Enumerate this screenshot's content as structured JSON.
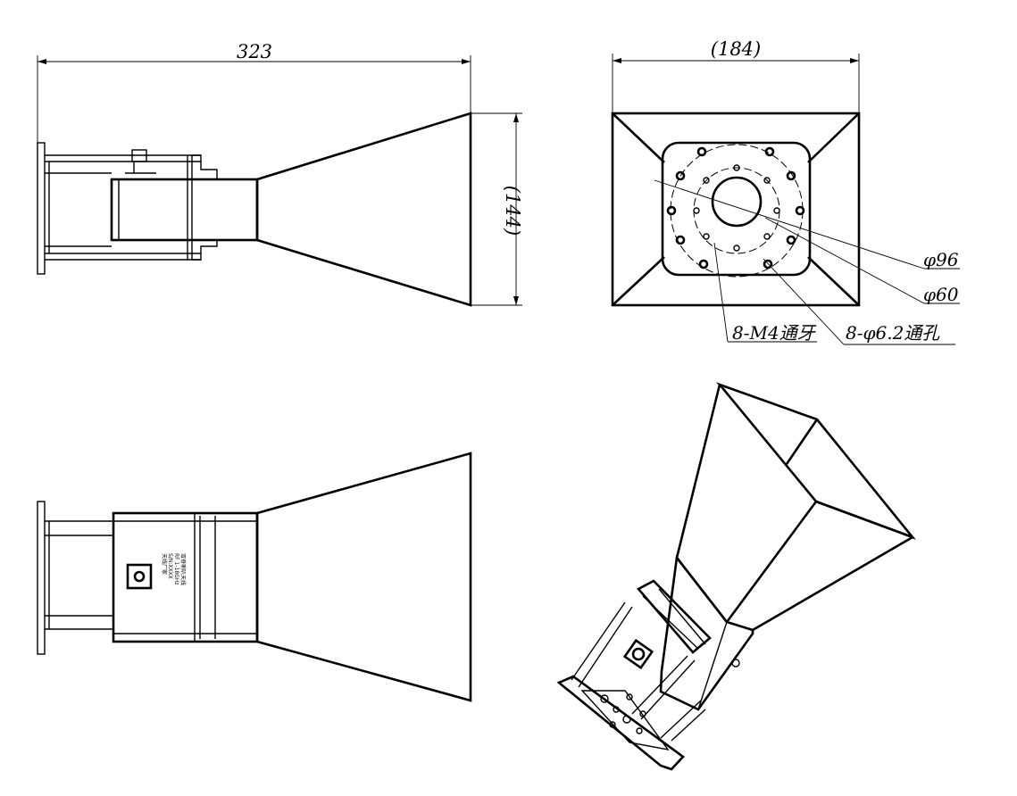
{
  "dimensions": {
    "overall_length": "323",
    "horn_width": "(184)",
    "horn_height": "(144)"
  },
  "callouts": {
    "bolt_circle_outer": "φ96",
    "bolt_circle_inner": "φ60",
    "threaded_holes": "8-M4通牙",
    "through_holes": "8-φ6.2通孔"
  },
  "nameplate_lines": [
    "双脊喇叭天线",
    "RF 1-18GHz",
    "S/N:XXXX",
    "天线厂家"
  ]
}
